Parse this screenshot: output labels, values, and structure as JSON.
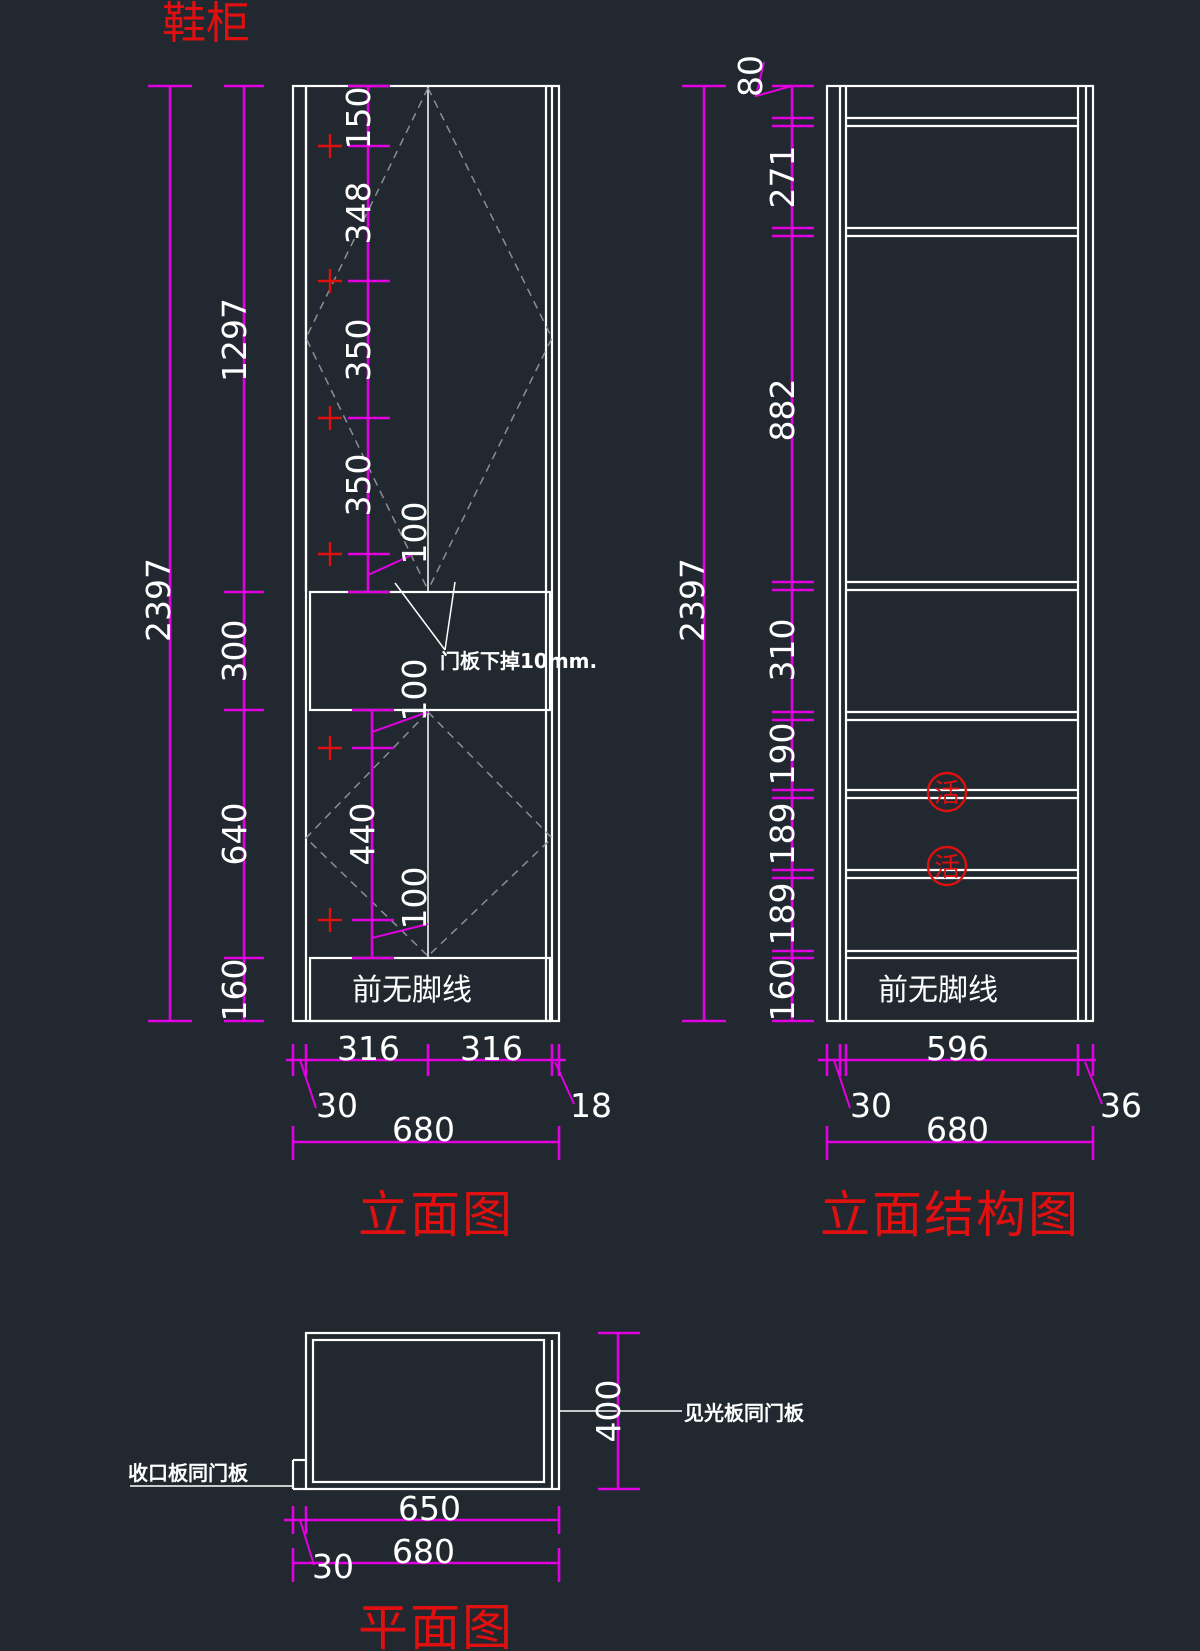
{
  "header": {
    "title": "鞋柜"
  },
  "elevation": {
    "title": "立面图",
    "height_total": "2397",
    "heights": [
      "1297",
      "300",
      "640",
      "160"
    ],
    "upper_spacings": [
      "150",
      "348",
      "350",
      "350",
      "100"
    ],
    "lower_spacings": [
      "100",
      "440",
      "100"
    ],
    "door_note": "门板下掉10mm.",
    "kick_note": "前无脚线",
    "widths": {
      "left": "316",
      "right": "316",
      "side": "30",
      "edge": "18",
      "total": "680"
    }
  },
  "structure": {
    "title": "立面结构图",
    "height_total": "2397",
    "spacings": [
      "80",
      "271",
      "882",
      "310",
      "190",
      "189",
      "189",
      "160"
    ],
    "kick_note": "前无脚线",
    "shelf_mark": "活",
    "widths": {
      "inner": "596",
      "side": "30",
      "edge": "36",
      "total": "680"
    }
  },
  "plan": {
    "title": "平面图",
    "depth": "400",
    "note_right": "见光板同门板",
    "note_left": "收口板同门板",
    "widths": {
      "inner": "650",
      "side": "30",
      "total": "680"
    }
  },
  "colors": {
    "background": "#212830",
    "dimension": "#e000e0",
    "outline": "#ffffff",
    "title": "#e01010"
  }
}
